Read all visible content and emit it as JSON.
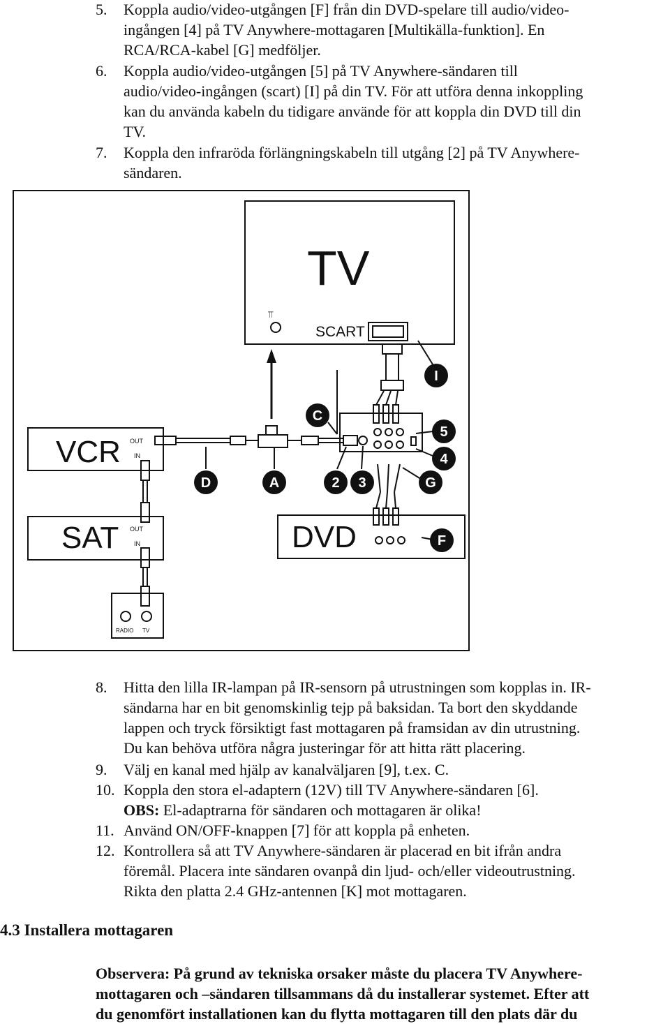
{
  "steps_top": [
    {
      "num": "5.",
      "lines": [
        "Koppla audio/video-utgången [F] från din DVD-spelare till audio/video-",
        "ingången [4] på TV Anywhere-mottagaren [Multikälla-funktion]. En",
        "RCA/RCA-kabel [G] medföljer."
      ]
    },
    {
      "num": "6.",
      "lines": [
        "Koppla audio/video-utgången [5] på TV Anywhere-sändaren till",
        "audio/video-ingången (scart) [I] på din TV. För att utföra denna inkoppling",
        "kan du använda kabeln du tidigare använde för att koppla din DVD till din",
        "TV."
      ]
    },
    {
      "num": "7.",
      "lines": [
        "Koppla den infraröda förlängningskabeln till utgång [2] på TV Anywhere-",
        "sändaren."
      ]
    }
  ],
  "diagram": {
    "tv": "TV",
    "scart": "SCART",
    "vcr": "VCR",
    "sat": "SAT",
    "dvd": "DVD",
    "out": "OUT",
    "in": "IN",
    "radio": "RADIO",
    "tv_small": "TV",
    "callouts": [
      "I",
      "C",
      "5",
      "4",
      "D",
      "A",
      "2",
      "3",
      "G",
      "F"
    ]
  },
  "steps_bottom": [
    {
      "num": "8.",
      "lines": [
        "Hitta den lilla IR-lampan på IR-sensorn på utrustningen som kopplas in. IR-",
        "sändarna har en bit genomskinlig tejp på baksidan. Ta bort den skyddande",
        "lappen och tryck försiktigt fast mottagaren på framsidan av din utrustning.",
        "Du kan behöva utföra några justeringar för att hitta rätt placering."
      ]
    },
    {
      "num": "9.",
      "lines": [
        "Välj en kanal med hjälp av kanalväljaren [9], t.ex. C."
      ]
    },
    {
      "num": "10.",
      "lines": [
        "Koppla den stora el-adaptern (12V) till TV Anywhere-sändaren [6]."
      ],
      "obs_label": "OBS:",
      "obs_text": " El-adaptrarna för sändaren och mottagaren är olika!"
    },
    {
      "num": "11.",
      "lines": [
        "Använd ON/OFF-knappen [7] för att koppla på enheten."
      ]
    },
    {
      "num": "12.",
      "lines": [
        "Kontrollera så att TV Anywhere-sändaren är placerad en bit ifrån andra",
        "föremål. Placera inte sändaren ovanpå din ljud- och/eller videoutrustning.",
        "Rikta den platta 2.4 GHz-antennen [K] mot mottagaren."
      ]
    }
  ],
  "section_heading": "4.3 Installera mottagaren",
  "note": {
    "lines": [
      "Observera: På grund av tekniska orsaker måste du placera TV Anywhere-",
      "mottagaren och –sändaren tillsammans då du installerar systemet. Efter att",
      "du genomfört installationen kan du flytta mottagaren till den plats där du"
    ]
  }
}
